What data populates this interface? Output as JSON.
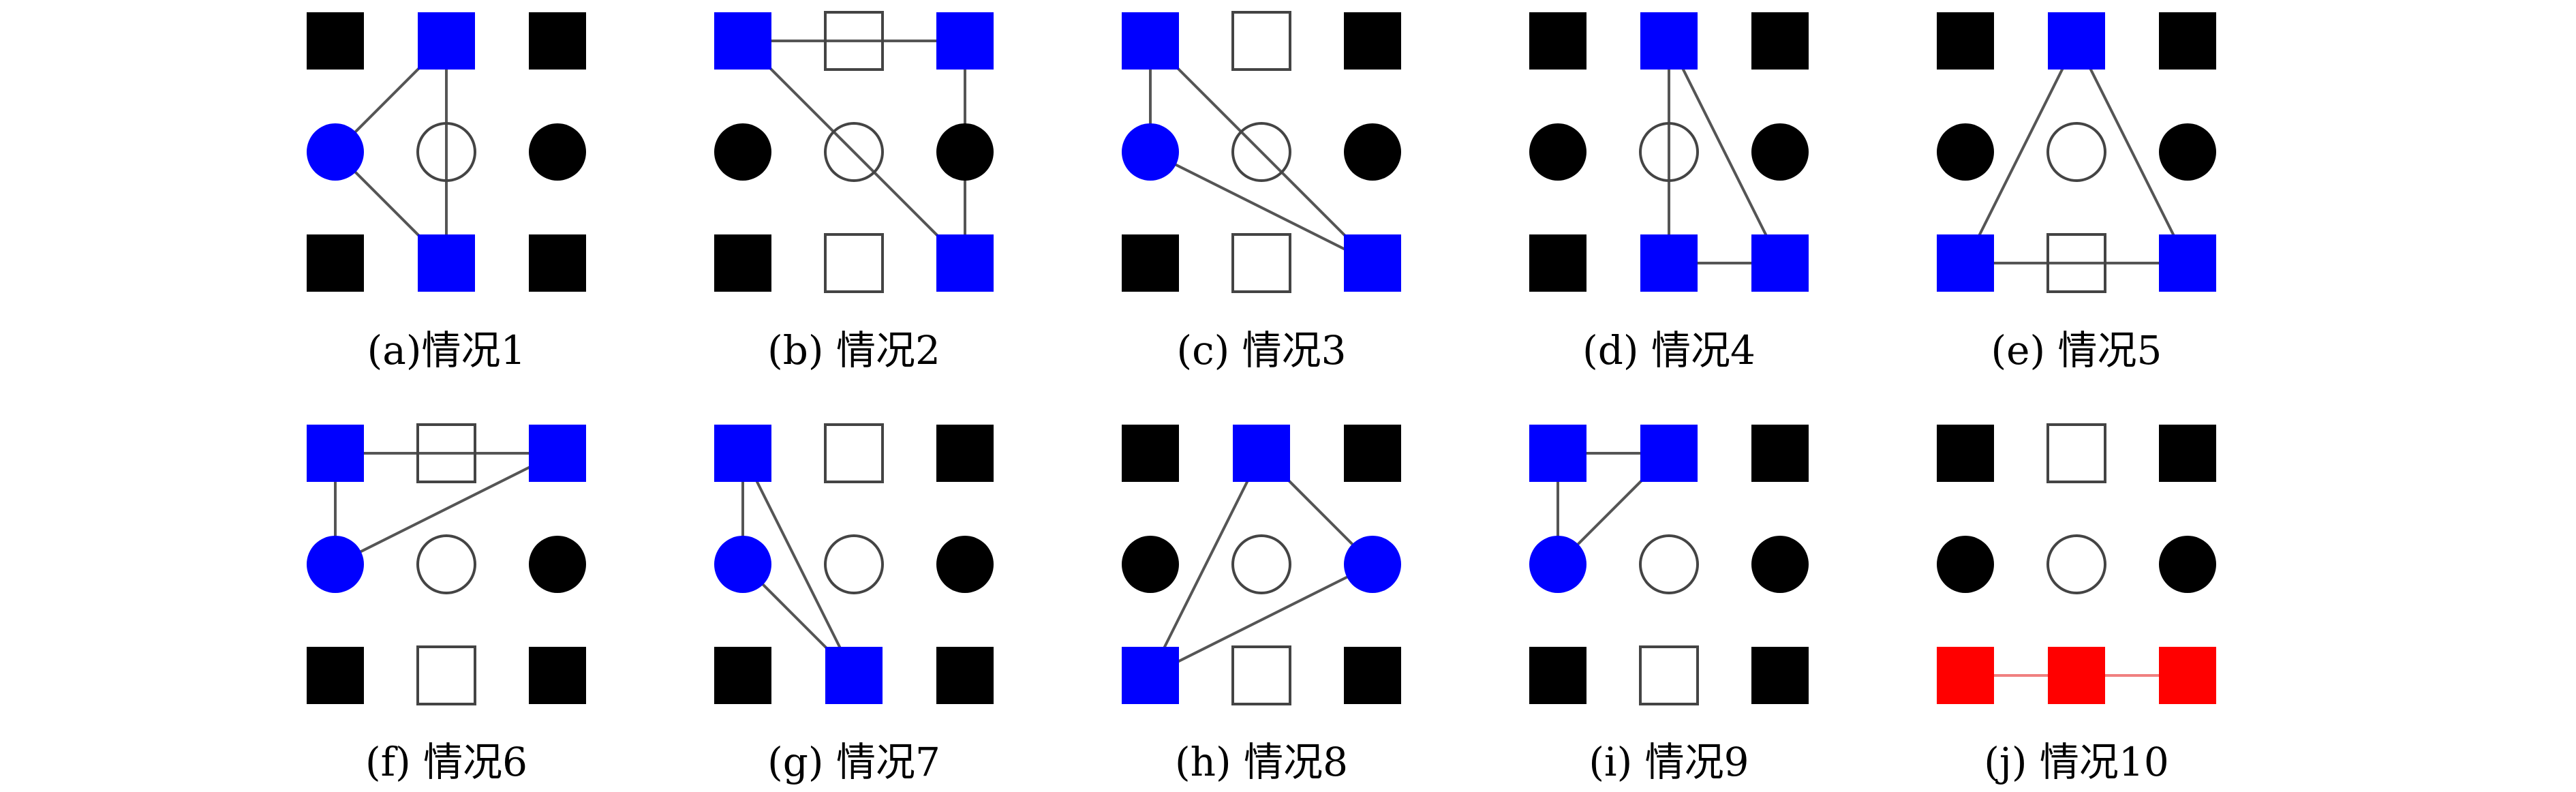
{
  "colors": {
    "black": "#000000",
    "blue": "#0000ff",
    "red": "#ff0000",
    "edge": "#555555",
    "red_edge": "#f08080",
    "hollow_fill": "#ffffff"
  },
  "panels": [
    {
      "caption": "(a)情况1",
      "nodes": [
        "sq-black",
        "sq-blue",
        "sq-black",
        "ci-blue",
        "ci-hollow",
        "ci-black",
        "sq-black",
        "sq-blue",
        "sq-black"
      ],
      "edges": [
        [
          3,
          1
        ],
        [
          3,
          7
        ],
        [
          1,
          7
        ]
      ],
      "edge_color": "edge"
    },
    {
      "caption": "(b) 情况2",
      "nodes": [
        "sq-blue",
        "sq-hollow",
        "sq-blue",
        "ci-black",
        "ci-hollow",
        "ci-black",
        "sq-black",
        "sq-hollow",
        "sq-blue"
      ],
      "edges": [
        [
          0,
          2
        ],
        [
          0,
          8
        ],
        [
          2,
          8
        ]
      ],
      "edge_color": "edge"
    },
    {
      "caption": "(c) 情况3",
      "nodes": [
        "sq-blue",
        "sq-hollow",
        "sq-black",
        "ci-blue",
        "ci-hollow",
        "ci-black",
        "sq-black",
        "sq-hollow",
        "sq-blue"
      ],
      "edges": [
        [
          0,
          3
        ],
        [
          0,
          8
        ],
        [
          3,
          8
        ]
      ],
      "edge_color": "edge"
    },
    {
      "caption": "(d) 情况4",
      "nodes": [
        "sq-black",
        "sq-blue",
        "sq-black",
        "ci-black",
        "ci-hollow",
        "ci-black",
        "sq-black",
        "sq-blue",
        "sq-blue"
      ],
      "edges": [
        [
          1,
          7
        ],
        [
          1,
          8
        ],
        [
          7,
          8
        ]
      ],
      "edge_color": "edge"
    },
    {
      "caption": "(e) 情况5",
      "nodes": [
        "sq-black",
        "sq-blue",
        "sq-black",
        "ci-black",
        "ci-hollow",
        "ci-black",
        "sq-blue",
        "sq-hollow",
        "sq-blue"
      ],
      "edges": [
        [
          1,
          6
        ],
        [
          1,
          8
        ],
        [
          6,
          8
        ]
      ],
      "edge_color": "edge"
    },
    {
      "caption": "(f) 情况6",
      "nodes": [
        "sq-blue",
        "sq-hollow",
        "sq-blue",
        "ci-blue",
        "ci-hollow",
        "ci-black",
        "sq-black",
        "sq-hollow",
        "sq-black"
      ],
      "edges": [
        [
          0,
          2
        ],
        [
          0,
          3
        ],
        [
          2,
          3
        ]
      ],
      "edge_color": "edge"
    },
    {
      "caption": "(g) 情况7",
      "nodes": [
        "sq-blue",
        "sq-hollow",
        "sq-black",
        "ci-blue",
        "ci-hollow",
        "ci-black",
        "sq-black",
        "sq-blue",
        "sq-black"
      ],
      "edges": [
        [
          0,
          3
        ],
        [
          0,
          7
        ],
        [
          3,
          7
        ]
      ],
      "edge_color": "edge"
    },
    {
      "caption": "(h) 情况8",
      "nodes": [
        "sq-black",
        "sq-blue",
        "sq-black",
        "ci-black",
        "ci-hollow",
        "ci-blue",
        "sq-blue",
        "sq-hollow",
        "sq-black"
      ],
      "edges": [
        [
          1,
          5
        ],
        [
          1,
          6
        ],
        [
          5,
          6
        ]
      ],
      "edge_color": "edge"
    },
    {
      "caption": "(i) 情况9",
      "nodes": [
        "sq-blue",
        "sq-blue",
        "sq-black",
        "ci-blue",
        "ci-hollow",
        "ci-black",
        "sq-black",
        "sq-hollow",
        "sq-black"
      ],
      "edges": [
        [
          0,
          1
        ],
        [
          0,
          3
        ],
        [
          1,
          3
        ]
      ],
      "edge_color": "edge"
    },
    {
      "caption": "(j) 情况10",
      "nodes": [
        "sq-black",
        "sq-hollow",
        "sq-black",
        "ci-black",
        "ci-hollow",
        "ci-black",
        "sq-red",
        "sq-red",
        "sq-red"
      ],
      "edges": [
        [
          6,
          7
        ],
        [
          7,
          8
        ]
      ],
      "edge_color": "red_edge"
    }
  ]
}
